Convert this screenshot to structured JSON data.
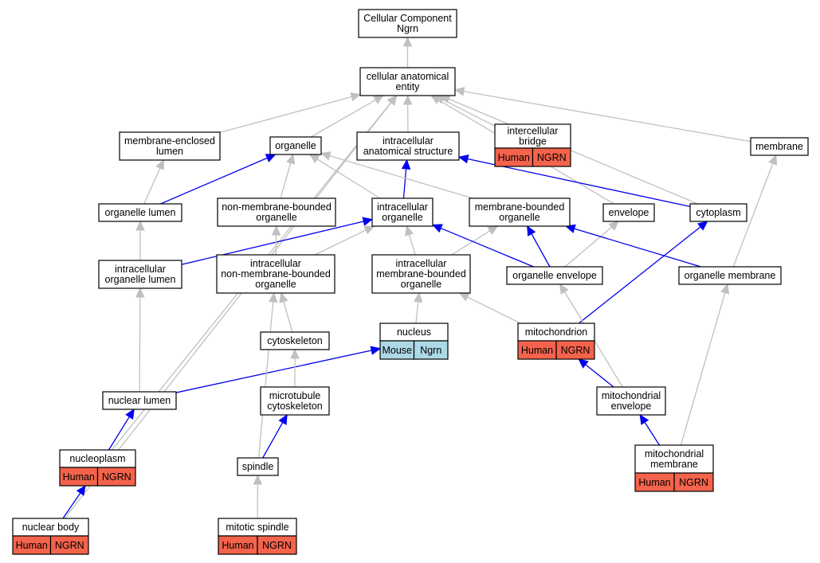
{
  "colors": {
    "human": "#f4634b",
    "mouse": "#add8e6",
    "is_a_edge": "#c0c0c0",
    "part_of_edge": "#0000ee"
  },
  "nodes": [
    {
      "id": "cc_ngrn",
      "lines": [
        "Cellular Component",
        "Ngrn"
      ]
    },
    {
      "id": "cae",
      "lines": [
        "cellular anatomical",
        "entity"
      ]
    },
    {
      "id": "mel",
      "lines": [
        "membrane-enclosed",
        "lumen"
      ]
    },
    {
      "id": "organelle",
      "lines": [
        "organelle"
      ]
    },
    {
      "id": "ias",
      "lines": [
        "intracellular",
        "anatomical structure"
      ]
    },
    {
      "id": "icb",
      "lines": [
        "intercellular",
        "bridge"
      ],
      "tags": [
        {
          "label": "Human",
          "kind": "human"
        },
        {
          "label": "NGRN",
          "kind": "human"
        }
      ]
    },
    {
      "id": "membrane",
      "lines": [
        "membrane"
      ]
    },
    {
      "id": "org_lumen",
      "lines": [
        "organelle lumen"
      ]
    },
    {
      "id": "nmbo",
      "lines": [
        "non-membrane-bounded",
        "organelle"
      ]
    },
    {
      "id": "io",
      "lines": [
        "intracellular",
        "organelle"
      ]
    },
    {
      "id": "mbo",
      "lines": [
        "membrane-bounded",
        "organelle"
      ]
    },
    {
      "id": "envelope",
      "lines": [
        "envelope"
      ]
    },
    {
      "id": "cytoplasm",
      "lines": [
        "cytoplasm"
      ]
    },
    {
      "id": "iol",
      "lines": [
        "intracellular",
        "organelle lumen"
      ]
    },
    {
      "id": "inmbo",
      "lines": [
        "intracellular",
        "non-membrane-bounded",
        "organelle"
      ]
    },
    {
      "id": "imbo",
      "lines": [
        "intracellular",
        "membrane-bounded",
        "organelle"
      ]
    },
    {
      "id": "org_env",
      "lines": [
        "organelle envelope"
      ]
    },
    {
      "id": "org_mem",
      "lines": [
        "organelle membrane"
      ]
    },
    {
      "id": "nucleus",
      "lines": [
        "nucleus"
      ],
      "tags": [
        {
          "label": "Mouse",
          "kind": "mouse"
        },
        {
          "label": "Ngrn",
          "kind": "mouse"
        }
      ]
    },
    {
      "id": "mito",
      "lines": [
        "mitochondrion"
      ],
      "tags": [
        {
          "label": "Human",
          "kind": "human"
        },
        {
          "label": "NGRN",
          "kind": "human"
        }
      ]
    },
    {
      "id": "cytoskel",
      "lines": [
        "cytoskeleton"
      ]
    },
    {
      "id": "nuc_lumen",
      "lines": [
        "nuclear lumen"
      ]
    },
    {
      "id": "mt_cytoskel",
      "lines": [
        "microtubule",
        "cytoskeleton"
      ]
    },
    {
      "id": "mito_env",
      "lines": [
        "mitochondrial",
        "envelope"
      ]
    },
    {
      "id": "nucleoplasm",
      "lines": [
        "nucleoplasm"
      ],
      "tags": [
        {
          "label": "Human",
          "kind": "human"
        },
        {
          "label": "NGRN",
          "kind": "human"
        }
      ]
    },
    {
      "id": "spindle",
      "lines": [
        "spindle"
      ]
    },
    {
      "id": "mito_mem",
      "lines": [
        "mitochondrial",
        "membrane"
      ],
      "tags": [
        {
          "label": "Human",
          "kind": "human"
        },
        {
          "label": "NGRN",
          "kind": "human"
        }
      ]
    },
    {
      "id": "nuc_body",
      "lines": [
        "nuclear body"
      ],
      "tags": [
        {
          "label": "Human",
          "kind": "human"
        },
        {
          "label": "NGRN",
          "kind": "human"
        }
      ]
    },
    {
      "id": "mit_spindle",
      "lines": [
        "mitotic spindle"
      ],
      "tags": [
        {
          "label": "Human",
          "kind": "human"
        },
        {
          "label": "NGRN",
          "kind": "human"
        }
      ]
    }
  ],
  "edges": [
    {
      "from": "cae",
      "to": "cc_ngrn",
      "type": "is_a"
    },
    {
      "from": "mel",
      "to": "cae",
      "type": "is_a"
    },
    {
      "from": "organelle",
      "to": "cae",
      "type": "is_a"
    },
    {
      "from": "ias",
      "to": "cae",
      "type": "is_a"
    },
    {
      "from": "icb",
      "to": "cae",
      "type": "is_a"
    },
    {
      "from": "membrane",
      "to": "cae",
      "type": "is_a"
    },
    {
      "from": "envelope",
      "to": "cae",
      "type": "is_a"
    },
    {
      "from": "cytoplasm",
      "to": "cae",
      "type": "is_a"
    },
    {
      "from": "nucleoplasm",
      "to": "cae",
      "type": "is_a"
    },
    {
      "from": "nuc_body",
      "to": "cae",
      "type": "is_a"
    },
    {
      "from": "org_lumen",
      "to": "mel",
      "type": "is_a"
    },
    {
      "from": "org_lumen",
      "to": "organelle",
      "type": "part_of"
    },
    {
      "from": "nmbo",
      "to": "organelle",
      "type": "is_a"
    },
    {
      "from": "io",
      "to": "organelle",
      "type": "is_a"
    },
    {
      "from": "io",
      "to": "ias",
      "type": "part_of"
    },
    {
      "from": "mbo",
      "to": "organelle",
      "type": "is_a"
    },
    {
      "from": "cytoplasm",
      "to": "ias",
      "type": "part_of"
    },
    {
      "from": "iol",
      "to": "org_lumen",
      "type": "is_a"
    },
    {
      "from": "iol",
      "to": "io",
      "type": "part_of"
    },
    {
      "from": "inmbo",
      "to": "nmbo",
      "type": "is_a"
    },
    {
      "from": "inmbo",
      "to": "io",
      "type": "is_a"
    },
    {
      "from": "imbo",
      "to": "io",
      "type": "is_a"
    },
    {
      "from": "imbo",
      "to": "mbo",
      "type": "is_a"
    },
    {
      "from": "org_env",
      "to": "io",
      "type": "part_of"
    },
    {
      "from": "org_env",
      "to": "mbo",
      "type": "part_of"
    },
    {
      "from": "org_env",
      "to": "envelope",
      "type": "is_a"
    },
    {
      "from": "org_mem",
      "to": "mbo",
      "type": "part_of"
    },
    {
      "from": "org_mem",
      "to": "membrane",
      "type": "is_a"
    },
    {
      "from": "nucleus",
      "to": "imbo",
      "type": "is_a"
    },
    {
      "from": "mito",
      "to": "imbo",
      "type": "is_a"
    },
    {
      "from": "mito",
      "to": "cytoplasm",
      "type": "part_of"
    },
    {
      "from": "cytoskel",
      "to": "inmbo",
      "type": "is_a"
    },
    {
      "from": "nuc_lumen",
      "to": "iol",
      "type": "is_a"
    },
    {
      "from": "nuc_lumen",
      "to": "nucleus",
      "type": "part_of"
    },
    {
      "from": "mt_cytoskel",
      "to": "cytoskel",
      "type": "is_a"
    },
    {
      "from": "mito_env",
      "to": "org_env",
      "type": "is_a"
    },
    {
      "from": "mito_env",
      "to": "mito",
      "type": "part_of"
    },
    {
      "from": "nucleoplasm",
      "to": "nuc_lumen",
      "type": "part_of"
    },
    {
      "from": "spindle",
      "to": "inmbo",
      "type": "is_a"
    },
    {
      "from": "spindle",
      "to": "mt_cytoskel",
      "type": "part_of"
    },
    {
      "from": "mito_mem",
      "to": "mito_env",
      "type": "part_of"
    },
    {
      "from": "mito_mem",
      "to": "org_mem",
      "type": "is_a"
    },
    {
      "from": "nuc_body",
      "to": "nucleoplasm",
      "type": "part_of"
    },
    {
      "from": "mit_spindle",
      "to": "spindle",
      "type": "is_a"
    }
  ]
}
